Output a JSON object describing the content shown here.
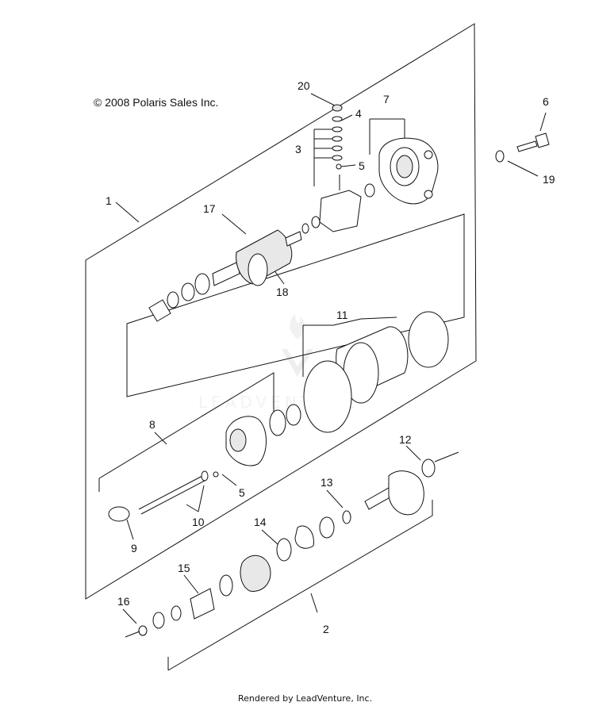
{
  "copyright": "© 2008 Polaris Sales Inc.",
  "footer": "Rendered by LeadVenture, Inc.",
  "watermark": "LEADVENTURE",
  "callouts": [
    {
      "id": "c20",
      "label": "20"
    },
    {
      "id": "c4",
      "label": "4"
    },
    {
      "id": "c7",
      "label": "7"
    },
    {
      "id": "c6",
      "label": "6"
    },
    {
      "id": "c3",
      "label": "3"
    },
    {
      "id": "c5a",
      "label": "5"
    },
    {
      "id": "c19",
      "label": "19"
    },
    {
      "id": "c1",
      "label": "1"
    },
    {
      "id": "c17",
      "label": "17"
    },
    {
      "id": "c18",
      "label": "18"
    },
    {
      "id": "c11",
      "label": "11"
    },
    {
      "id": "c8",
      "label": "8"
    },
    {
      "id": "c12",
      "label": "12"
    },
    {
      "id": "c5b",
      "label": "5"
    },
    {
      "id": "c13",
      "label": "13"
    },
    {
      "id": "c10",
      "label": "10"
    },
    {
      "id": "c9",
      "label": "9"
    },
    {
      "id": "c14",
      "label": "14"
    },
    {
      "id": "c15",
      "label": "15"
    },
    {
      "id": "c16",
      "label": "16"
    },
    {
      "id": "c2",
      "label": "2"
    }
  ]
}
